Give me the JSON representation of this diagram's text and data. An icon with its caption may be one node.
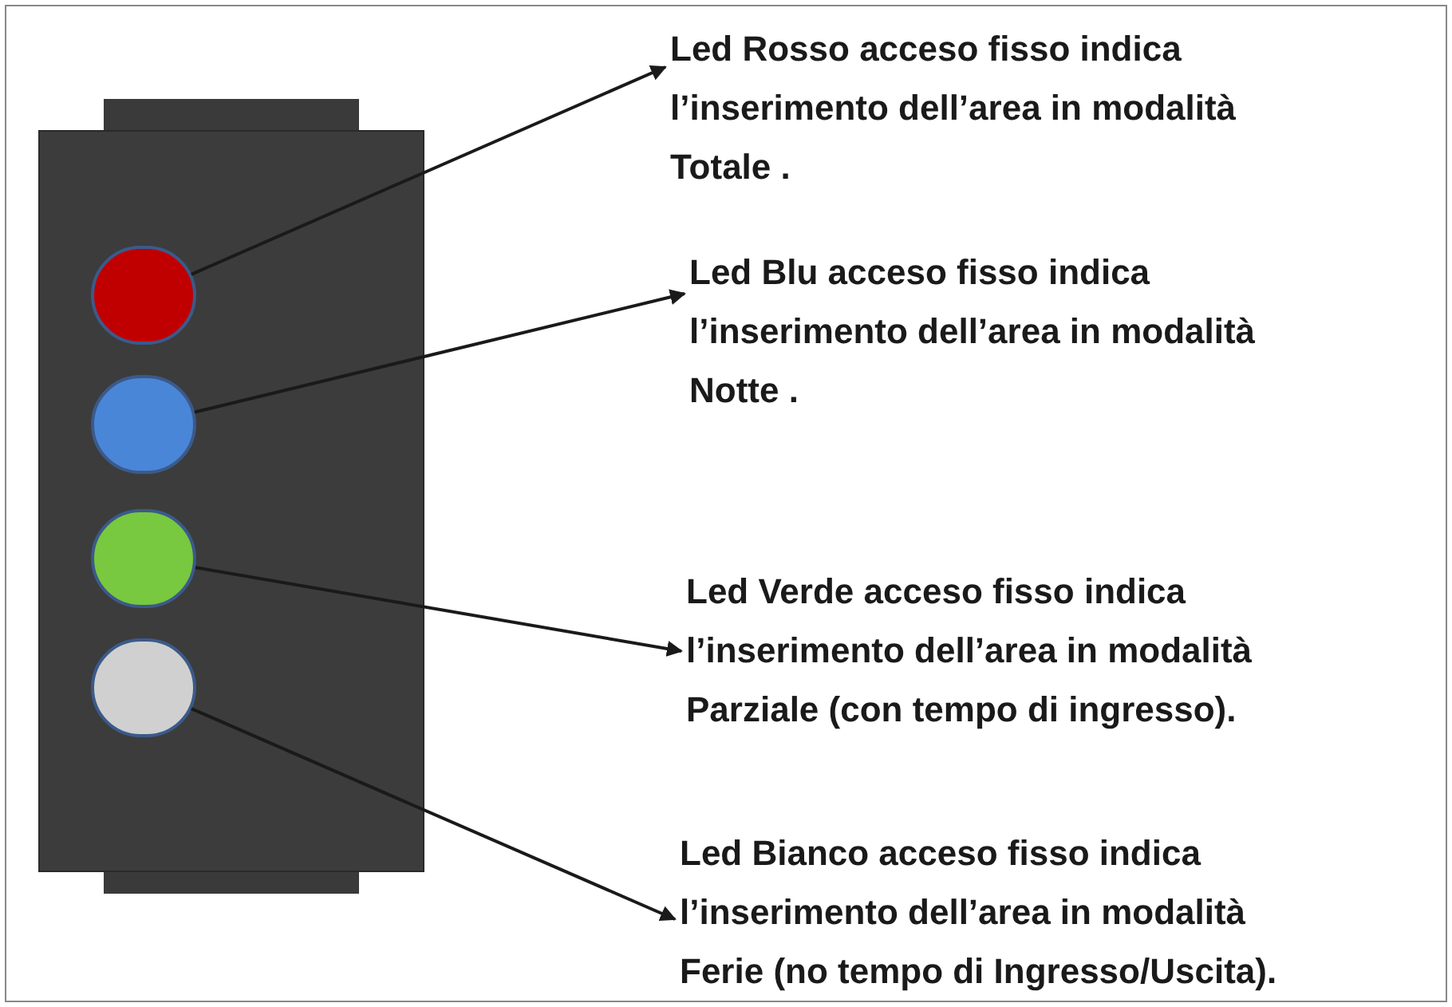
{
  "diagram": {
    "nodes": [
      {
        "text": [],
        "shape": "box"
      },
      {
        "text": [],
        "shape": "circle",
        "in": 0
      },
      {
        "text": [],
        "shape": "circle",
        "in": 0
      },
      {
        "text": [],
        "shape": "circle",
        "in": 0
      },
      {
        "text": [],
        "shape": "circle",
        "in": 0
      },
      {
        "text": [
          "Led Rosso acceso fisso indica l’inserimento dell’area in modalità Totale ."
        ]
      },
      {
        "text": [
          "Led Blu acceso fisso indica l’inserimento dell’area in modalità Notte ."
        ]
      },
      {
        "text": [
          "Led Verde acceso fisso indica l’inserimento dell’area in modalità Parziale (con tempo di ingresso)."
        ]
      },
      {
        "text": [
          "Led Bianco acceso fisso indica l’inserimento dell’area in modalità Ferie (no tempo di Ingresso/Uscita)."
        ]
      }
    ],
    "edges": [
      {
        "from": 1,
        "to": 5,
        "arrow": "to"
      },
      {
        "from": 2,
        "to": 6,
        "arrow": "to"
      },
      {
        "from": 3,
        "to": 7,
        "arrow": "to"
      },
      {
        "from": 4,
        "to": 8,
        "arrow": "to"
      }
    ]
  }
}
